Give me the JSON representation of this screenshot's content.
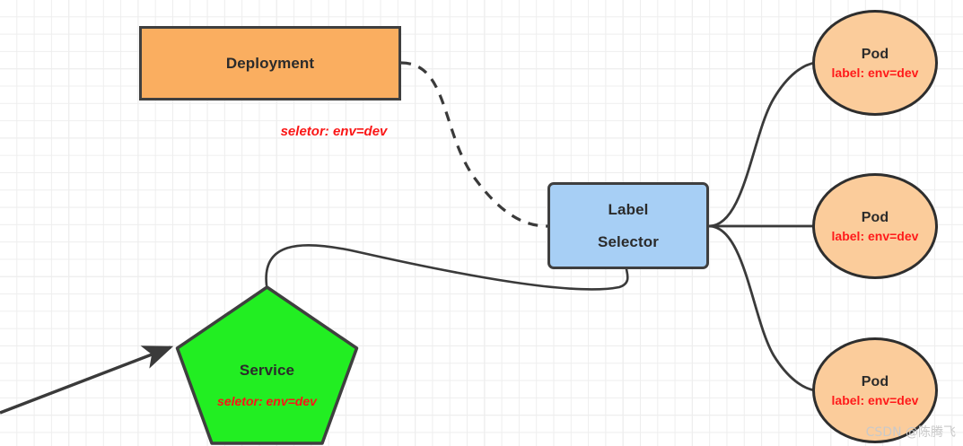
{
  "diagram": {
    "title": "Kubernetes Label Selector Diagram",
    "colors": {
      "deployment_fill": "#FAAE60",
      "label_selector_fill": "#A7CFF5",
      "pod_fill": "#FBCC9B",
      "service_fill": "#22EE22",
      "stroke": "#3F3F3F",
      "accent_red": "#FA1616",
      "watermark": "#C9C9C9",
      "grid_minor": "#EEEEEE",
      "grid_major": "#E3E3E3"
    }
  },
  "nodes": {
    "deployment": {
      "label": "Deployment",
      "shape": "rectangle"
    },
    "deployment_selector": {
      "label": "seletor:  env=dev"
    },
    "label_selector": {
      "line1": "Label",
      "line2": "Selector",
      "shape": "rounded-rectangle"
    },
    "service": {
      "label": "Service",
      "selector": "seletor:  env=dev",
      "shape": "pentagon"
    },
    "pods": [
      {
        "label": "Pod",
        "selector": "label: env=dev",
        "shape": "ellipse"
      },
      {
        "label": "Pod",
        "selector": "label: env=dev",
        "shape": "ellipse"
      },
      {
        "label": "Pod",
        "selector": "label: env=dev",
        "shape": "ellipse"
      }
    ]
  },
  "edges": [
    {
      "name": "deployment-to-label-selector",
      "style": "dashed",
      "from": "deployment",
      "to": "label_selector"
    },
    {
      "name": "service-to-label-selector",
      "style": "solid",
      "from": "service",
      "to": "label_selector"
    },
    {
      "name": "label-selector-to-pod-1",
      "style": "solid",
      "from": "label_selector",
      "to": "pod-1"
    },
    {
      "name": "label-selector-to-pod-2",
      "style": "solid",
      "from": "label_selector",
      "to": "pod-2"
    },
    {
      "name": "label-selector-to-pod-3",
      "style": "solid",
      "from": "label_selector",
      "to": "pod-3"
    },
    {
      "name": "incoming-traffic-arrow",
      "style": "solid-arrow",
      "from": "external",
      "to": "service"
    }
  ],
  "watermark": {
    "text": "CSDN @陈腾飞"
  }
}
